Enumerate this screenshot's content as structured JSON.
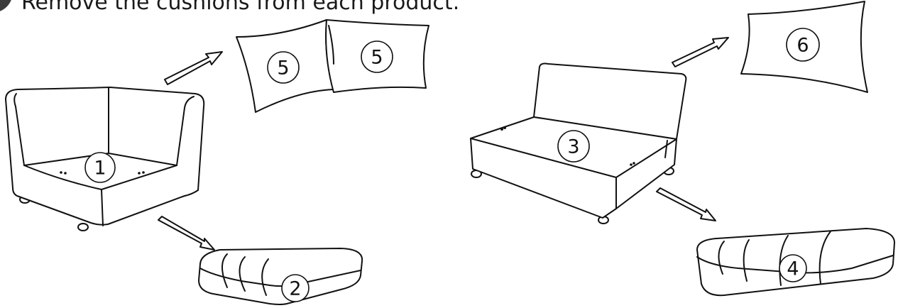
{
  "instruction": "Remove the cushions from each product.",
  "labels": {
    "corner_seat": "1",
    "corner_seat_cushion": "2",
    "armless_seat": "3",
    "armless_seat_cushion": "4",
    "corner_back_pillow_left": "5",
    "corner_back_pillow_right": "5",
    "armless_back_pillow": "6"
  },
  "colors": {
    "line": "#111111",
    "background": "#ffffff",
    "step_badge": "#3a3a3a"
  }
}
